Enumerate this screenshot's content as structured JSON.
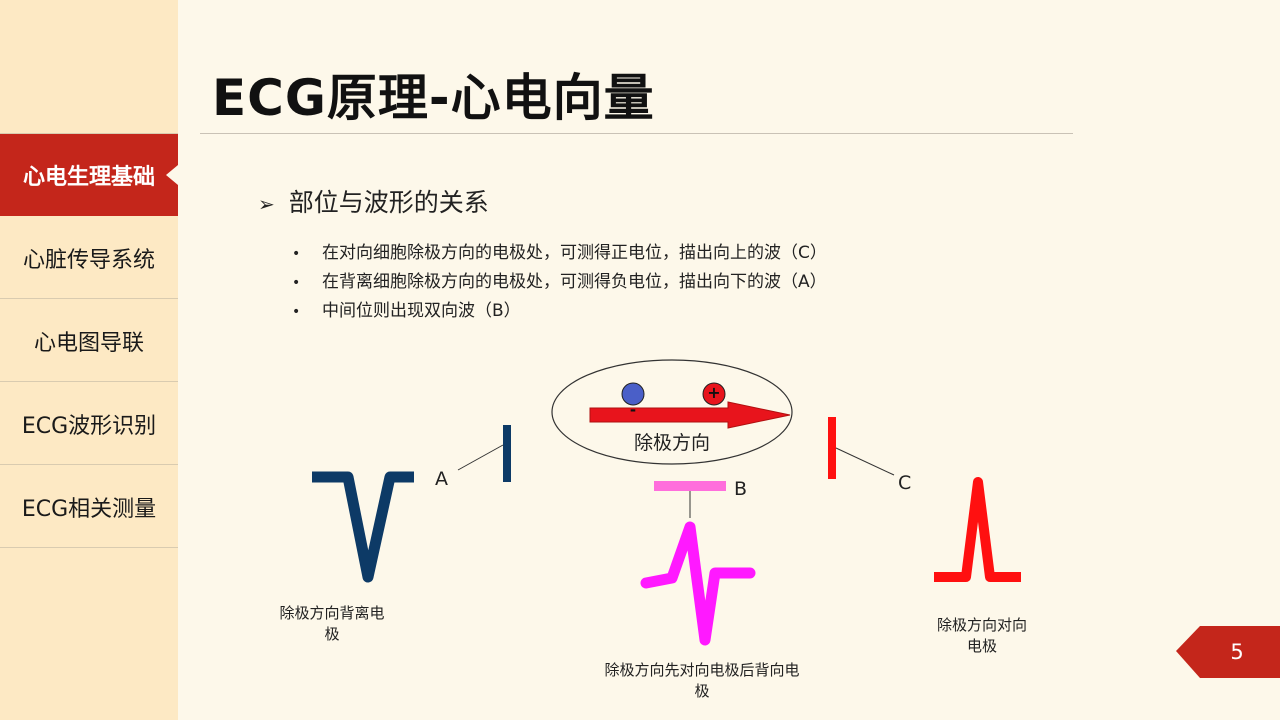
{
  "sidebar": {
    "items": [
      {
        "label": "心电生理基础",
        "active": true
      },
      {
        "label": "心脏传导系统",
        "active": false
      },
      {
        "label": "心电图导联",
        "active": false
      },
      {
        "label": "ECG波形识别",
        "active": false
      },
      {
        "label": "ECG相关测量",
        "active": false
      }
    ]
  },
  "title": "ECG原理-心电向量",
  "heading": "部位与波形的关系",
  "bullets": [
    "在对向细胞除极方向的电极处，可测得正电位，描出向上的波（C）",
    "在背离细胞除极方向的电极处，可测得负电位，描出向下的波（A）",
    "中间位则出现双向波（B）"
  ],
  "diagram": {
    "direction_label": "除极方向",
    "minus_sign": "-",
    "plus_sign": "+",
    "electrode_a": "A",
    "electrode_b": "B",
    "electrode_c": "C",
    "caption_a_line1": "除极方向背离电",
    "caption_a_line2": "极",
    "caption_b_line1": "除极方向先对向电极后背向电",
    "caption_b_line2": "极",
    "caption_c_line1": "除极方向对向",
    "caption_c_line2": "电极",
    "colors": {
      "wave_a": "#0d3a66",
      "wave_b": "#ff19ff",
      "wave_c": "#ff1010",
      "negative_charge": "#4a5fc8",
      "positive_charge": "#e8141c",
      "arrow": "#e8141c",
      "electrode_b": "#ff6edc"
    }
  },
  "page_number": "5",
  "colors": {
    "accent": "#c4261b",
    "sidebar_bg": "#fde9c4",
    "page_bg": "#fdf8ea"
  }
}
